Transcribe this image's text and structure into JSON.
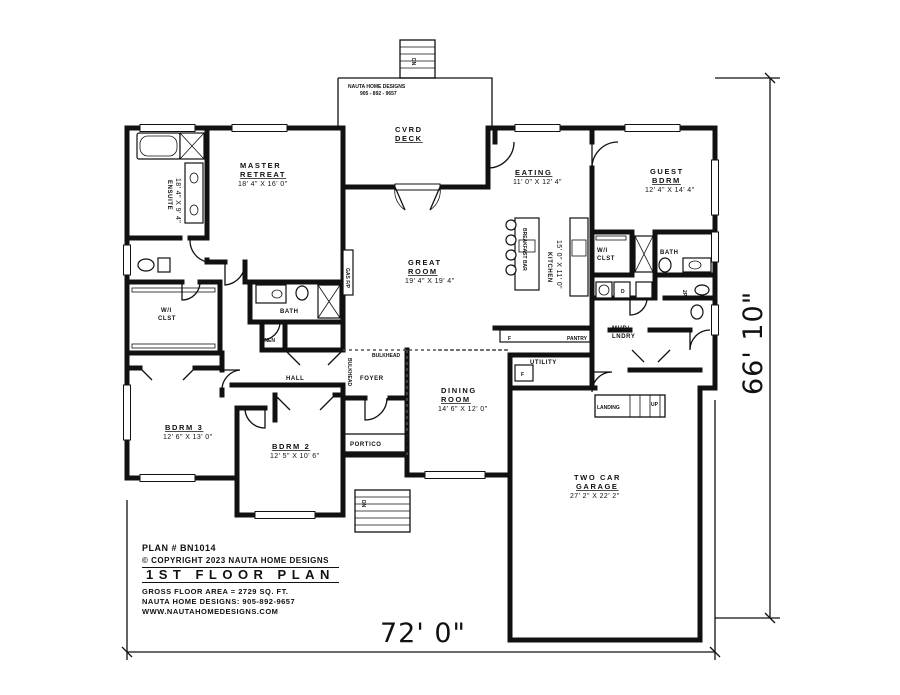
{
  "deck_info": {
    "company": "NAUTA HOME DESIGNS",
    "phone": "905 - 892 - 9657"
  },
  "rooms": {
    "cvrd_deck": {
      "line1": "CVRD",
      "line2": "DECK"
    },
    "master": {
      "line1": "MASTER",
      "line2": "RETREAT",
      "dims": "18' 4\" X 16' 0\""
    },
    "ensuite": {
      "label": "ENSUITE",
      "dims": "18' 4\" X 9' 4\""
    },
    "eating": {
      "label": "EATING",
      "dims": "11' 0\" X 12' 4\""
    },
    "guest": {
      "line1": "GUEST",
      "line2": "BDRM",
      "dims": "12' 4\" X 14' 4\""
    },
    "great": {
      "line1": "GREAT",
      "line2": "ROOM",
      "dims": "19' 4\" X 19' 4\""
    },
    "kitchen": {
      "label": "KITCHEN",
      "dims": "15' 0\" X 11' 0\""
    },
    "wi_clst_guest": {
      "line1": "W/I",
      "line2": "CLST"
    },
    "bath_guest": {
      "label": "BATH"
    },
    "bath": {
      "label": "BATH"
    },
    "wi_clst": {
      "line1": "W/I",
      "line2": "CLST"
    },
    "linen": {
      "label": "LINEN"
    },
    "hall": {
      "label": "HALL"
    },
    "foyer": {
      "label": "FOYER"
    },
    "mud": {
      "line1": "MUD/",
      "line2": "LNDRY"
    },
    "utility": {
      "label": "UTILITY"
    },
    "bdrm3": {
      "label": "BDRM 3",
      "dims": "12' 6\" X 13' 0\""
    },
    "bdrm2": {
      "label": "BDRM 2",
      "dims": "12' 5\" X 10' 6\""
    },
    "dining": {
      "line1": "DINING",
      "line2": "ROOM",
      "dims": "14' 6\" X 12' 0\""
    },
    "portico": {
      "label": "PORTICO"
    },
    "garage": {
      "line1": "TWO CAR",
      "line2": "GARAGE",
      "dims": "27' 2\" X 22' 2\""
    }
  },
  "small_labels": {
    "breakfast_bar": "BREAKFAST BAR",
    "gas_fp": "GAS F/P",
    "bulkhead_top": "BULKHEAD",
    "bulkhead_side": "BULKHEAD",
    "pantry": "PANTRY",
    "landing": "LANDING",
    "up": "UP",
    "dn_top": "DN",
    "dn_bottom": "DN",
    "two_pc": "2PC",
    "d": "D",
    "f_pantry": "F",
    "f_utility": "F"
  },
  "dimensions": {
    "width": "72' 0\"",
    "depth": "66' 10\""
  },
  "plan_info": {
    "plan_number": "PLAN # BN1014",
    "copyright": "© COPYRIGHT 2023 NAUTA HOME DESIGNS",
    "title": "1ST FLOOR PLAN",
    "gross_area": "GROSS FLOOR AREA  =  2729  SQ. FT.",
    "company_phone": "NAUTA HOME DESIGNS: 905-892-9657",
    "website": "WWW.NAUTAHOMEDESIGNS.COM"
  }
}
